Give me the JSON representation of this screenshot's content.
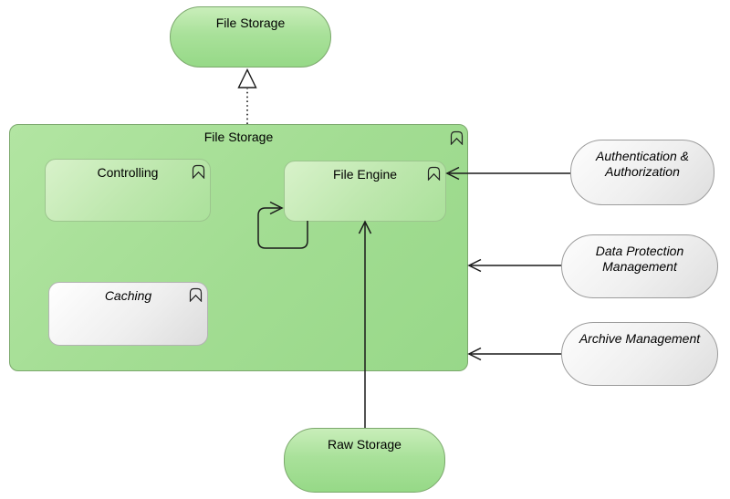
{
  "diagram": {
    "kind": "archimate-application-structure",
    "nodes": {
      "file_storage_service": {
        "label": "File Storage",
        "shape": "rounded-pill",
        "fill": "green"
      },
      "file_storage_component": {
        "label": "File Storage",
        "shape": "container",
        "fill": "green"
      },
      "controlling": {
        "label": "Controlling",
        "shape": "rounded-box",
        "fill": "green"
      },
      "file_engine": {
        "label": "File Engine",
        "shape": "rounded-box",
        "fill": "green"
      },
      "caching": {
        "label": "Caching",
        "shape": "rounded-box",
        "fill": "gray",
        "italic": true
      },
      "authentication_authorization": {
        "label_line1": "Authentication &",
        "label_line2": "Authorization",
        "shape": "rounded-pill",
        "fill": "gray",
        "italic": true
      },
      "data_protection_management": {
        "label_line1": "Data Protection",
        "label_line2": "Management",
        "shape": "rounded-pill",
        "fill": "gray",
        "italic": true
      },
      "archive_management": {
        "label": "Archive Management",
        "shape": "rounded-pill",
        "fill": "gray",
        "italic": true
      },
      "raw_storage": {
        "label": "Raw Storage",
        "shape": "rounded-pill",
        "fill": "green"
      }
    },
    "connectors": [
      {
        "name": "realization-file-storage",
        "type": "realization",
        "from": "file_storage_component",
        "to": "file_storage_service",
        "style": "dotted-line-hollow-triangle"
      },
      {
        "name": "serving-authentication",
        "type": "serving",
        "from": "authentication_authorization",
        "to": "file_engine",
        "style": "solid-line-open-arrow"
      },
      {
        "name": "serving-data-protection",
        "type": "serving",
        "from": "data_protection_management",
        "to": "file_storage_component",
        "style": "solid-line-open-arrow"
      },
      {
        "name": "serving-archive",
        "type": "serving",
        "from": "archive_management",
        "to": "file_storage_component",
        "style": "solid-line-open-arrow"
      },
      {
        "name": "serving-raw-storage",
        "type": "serving",
        "from": "raw_storage",
        "to": "file_engine",
        "style": "solid-line-open-arrow"
      },
      {
        "name": "self-loop-file-engine",
        "type": "serving",
        "from": "file_engine",
        "to": "file_engine",
        "style": "solid-loop-open-arrow"
      }
    ],
    "icons": {
      "function_icon": "archimate-function-chevron"
    },
    "colors": {
      "green_gradient_top": "#c9eeba",
      "green_gradient_bottom": "#96d987",
      "green_border": "#7ba86c",
      "container_fill": "#a3dd93",
      "inner_green_top": "#d8f2ca",
      "inner_green_bottom": "#abe19b",
      "gray_gradient_top": "#fdfdfd",
      "gray_gradient_bottom": "#dedede",
      "gray_border": "#9c9c9c",
      "connector_stroke": "#1a1a1a",
      "text_color": "#000000"
    }
  }
}
